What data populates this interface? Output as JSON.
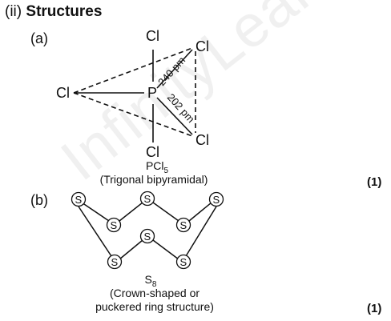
{
  "heading": {
    "prefix": "(ii)",
    "title": "Structures"
  },
  "part_a": {
    "label": "(a)",
    "atoms": {
      "P": "P",
      "Cl": "Cl"
    },
    "bond_axial": "240 pm",
    "bond_equatorial": "202 pm",
    "formula_main": "PCl",
    "formula_sub": "5",
    "description": "(Trigonal bipyramidal)",
    "marks": "(1)"
  },
  "part_b": {
    "label": "(b)",
    "atom": "S",
    "formula_main": "S",
    "formula_sub": "8",
    "description_line1": "(Crown-shaped or",
    "description_line2": "puckered ring structure)",
    "marks": "(1)"
  },
  "watermark": "InfinityLearn.com",
  "colors": {
    "ink": "#111111",
    "background": "#ffffff"
  }
}
